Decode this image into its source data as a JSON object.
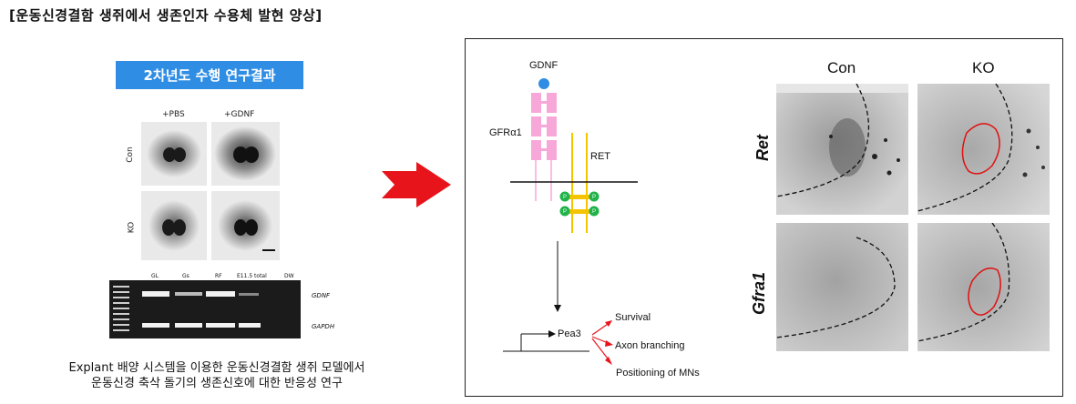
{
  "title": "[운동신경결함 생쥐에서 생존인자 수용체 발현 양상]",
  "badge": "2차년도 수행 연구결과",
  "explant": {
    "col_labels": [
      "+PBS",
      "+GDNF"
    ],
    "row_labels": [
      "Con",
      "KO"
    ]
  },
  "gel": {
    "lanes": [
      "GL",
      "Gs",
      "RF",
      "E11.5 total",
      "DW"
    ],
    "genes": [
      "GDNF",
      "GAPDH"
    ]
  },
  "caption": {
    "line1": "Explant 배양 시스템을 이용한 운동신경결함 생쥐 모델에서",
    "line2": "운동신경 축삭 돌기의 생존신호에 대한 반응성 연구"
  },
  "diagram": {
    "ligand": "GDNF",
    "coreceptor": "GFRα1",
    "receptor": "RET",
    "phospho": "P",
    "gene": "Pea3",
    "outcomes": [
      "Survival",
      "Axon branching",
      "Positioning of MNs"
    ]
  },
  "micrographs": {
    "col_labels": [
      "Con",
      "KO"
    ],
    "row_labels": [
      "Ret",
      "Gfra1"
    ]
  },
  "colors": {
    "accent_blue": "#2f8de4",
    "arrow_red": "#e8141b",
    "gfr_pink": "#f7a8d8",
    "ret_yellow": "#f4c400",
    "phospho_green": "#1fb34a",
    "ligand_blue": "#2f8de4",
    "outline_red": "#e01010"
  }
}
